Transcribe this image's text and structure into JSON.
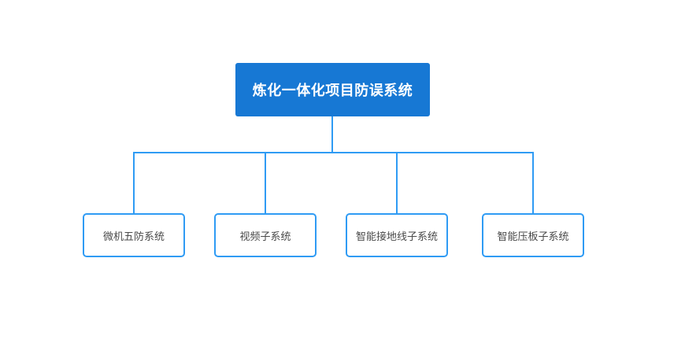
{
  "diagram": {
    "type": "org-chart",
    "root": {
      "label": "炼化一体化项目防误系统"
    },
    "children": [
      {
        "label": "微机五防系统"
      },
      {
        "label": "视频子系统"
      },
      {
        "label": "智能接地线子系统"
      },
      {
        "label": "智能压板子系统"
      }
    ],
    "colors": {
      "root_fill": "#1778d4",
      "root_text": "#ffffff",
      "node_border": "#2f9bf4",
      "node_text": "#4a4a4a",
      "connector": "#2f9bf4",
      "background": "#ffffff"
    }
  }
}
